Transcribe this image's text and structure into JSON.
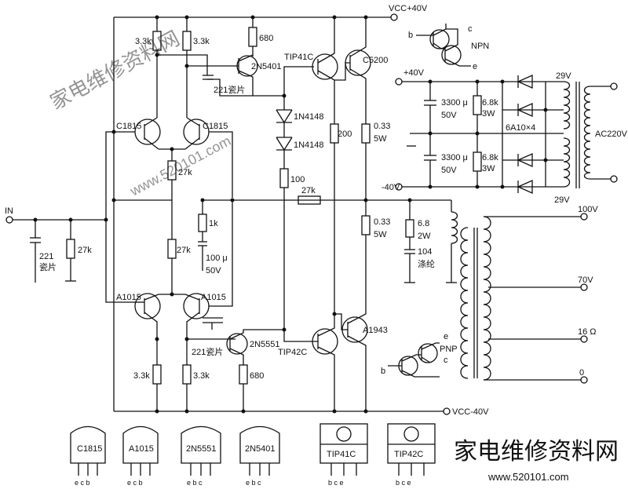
{
  "rails": {
    "vcc_pos": "VCC+40V",
    "vcc_neg": "VCC-40V"
  },
  "input": {
    "label": "IN"
  },
  "components": {
    "r_33k_tl": "3.3k",
    "r_33k_tr": "3.3k",
    "r_680_t": "680",
    "q_2n5401": "2N5401",
    "c_221_t": "221瓷片",
    "q_c1815_l": "C1815",
    "q_c1815_r": "C1815",
    "r_27k_mid": "27k",
    "r_27k_in": "27k",
    "c_221_in_a": "221",
    "c_221_in_b": "瓷片",
    "r_1k": "1k",
    "r_27k_fb": "27k",
    "c_100u_a": "100 μ",
    "c_100u_b": "50V",
    "q_a1015_l": "A1015",
    "q_a1015_r": "A1015",
    "c_221_b": "221瓷片",
    "q_2n5551": "2N5551",
    "r_33k_bl": "3.3k",
    "r_33k_br": "3.3k",
    "r_680_b": "680",
    "q_tip41c": "TIP41C",
    "q_c5200": "C5200",
    "d_1n4148_a": "1N4148",
    "d_1n4148_b": "1N4148",
    "r_200": "200",
    "r_033_t_a": "0.33",
    "r_033_t_b": "5W",
    "r_100": "100",
    "r_27k_out": "27k",
    "r_033_b_a": "0.33",
    "r_033_b_b": "5W",
    "r_68_a": "6.8",
    "r_68_b": "2W",
    "c_104_a": "104",
    "c_104_b": "涤纶",
    "q_tip42c": "TIP42C",
    "q_a1943": "A1943"
  },
  "npn_legend": {
    "title": "NPN",
    "b": "b",
    "c": "c",
    "e": "e"
  },
  "pnp_legend": {
    "title": "PNP",
    "b": "b",
    "c": "c",
    "e": "e"
  },
  "psu": {
    "pos": "+40V",
    "neg": "-40V",
    "cap_a": "3300 μ",
    "cap_a_v": "50V",
    "cap_b": "3300 μ",
    "cap_b_v": "50V",
    "res_a": "6.8k",
    "res_a_w": "3W",
    "res_b": "6.8k",
    "res_b_w": "3W",
    "diodes": "6A10×4",
    "v29_top": "29V",
    "v29_bot": "29V",
    "ac": "AC220V"
  },
  "out_tap": {
    "t100": "100V",
    "t70": "70V",
    "t16": "16 Ω",
    "t0": "0"
  },
  "packages": [
    {
      "name": "C1815",
      "pins": "e  c  b"
    },
    {
      "name": "A1015",
      "pins": "e  c  b"
    },
    {
      "name": "2N5551",
      "pins": "e  b  c"
    },
    {
      "name": "2N5401",
      "pins": "e  b  c"
    },
    {
      "name": "TIP41C",
      "pins": "b  c  e"
    },
    {
      "name": "TIP42C",
      "pins": "b  c  e"
    }
  ],
  "watermark": {
    "brand": "家电维修资料网",
    "url": "www.520101.com"
  },
  "colors": {
    "ink": "#111111",
    "watermark": "#7cb0c8"
  }
}
